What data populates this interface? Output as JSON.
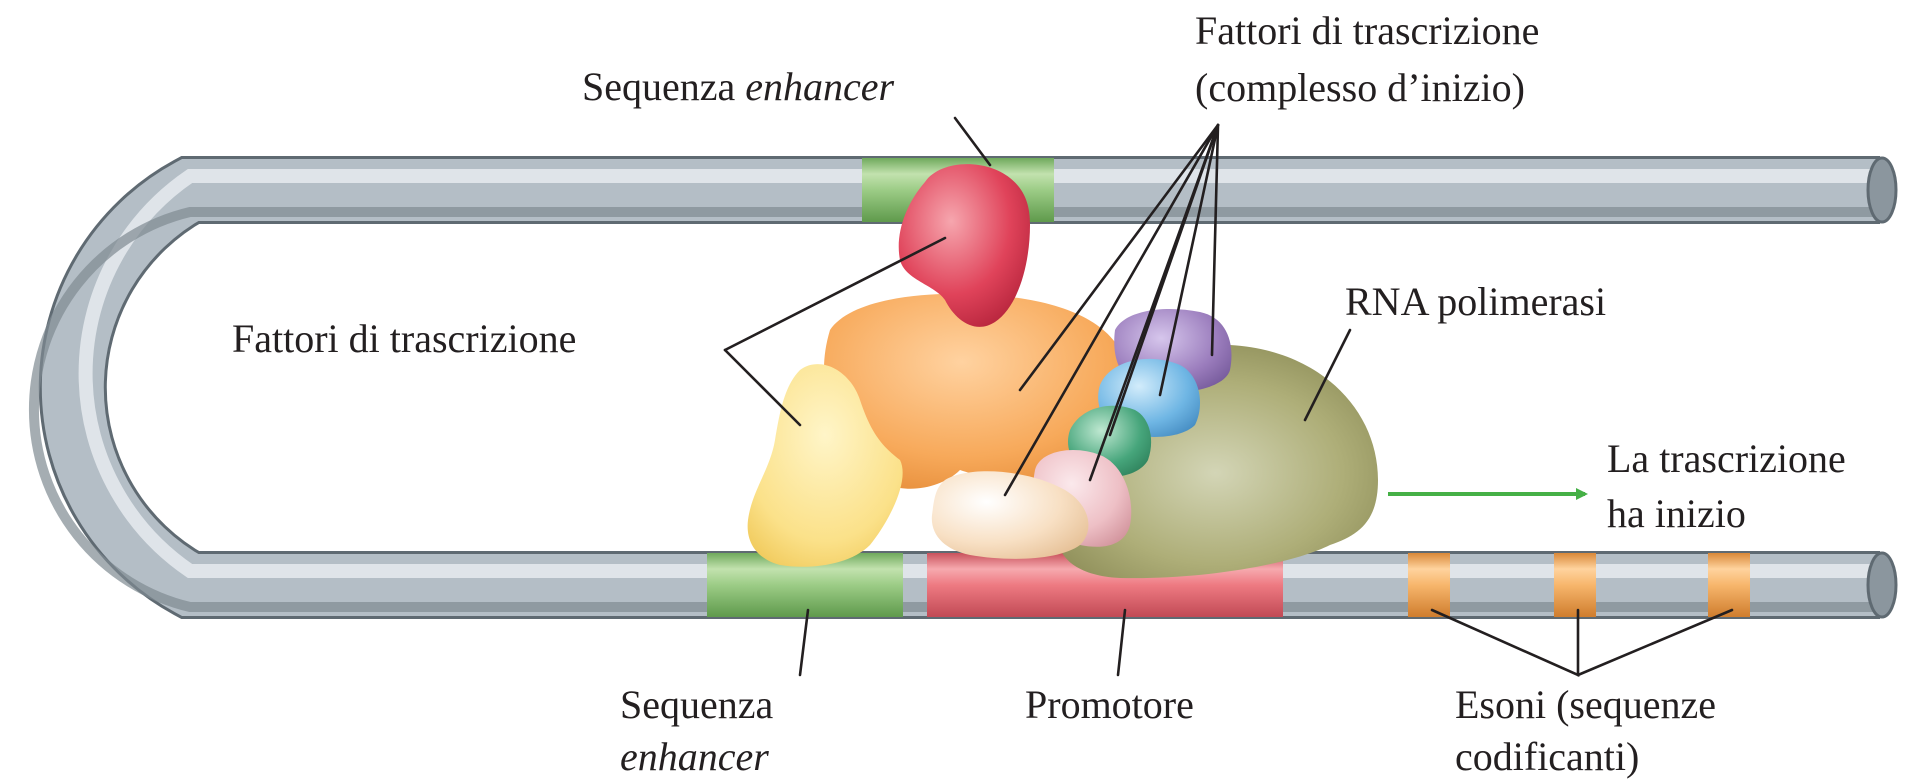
{
  "labels": {
    "enhancer_top": {
      "text": "Sequenza ",
      "italic": "enhancer"
    },
    "tf_complex_line1": "Fattori di trascrizione",
    "tf_complex_line2": "(complesso d’inizio)",
    "tf_left": "Fattori di trascrizione",
    "rna_polymerase": "RNA polimerasi",
    "transcription_line1": "La trascrizione",
    "transcription_line2": "ha inizio",
    "enhancer_bottom_line1": "Sequenza",
    "enhancer_bottom_line2": "enhancer",
    "promoter": "Promotore",
    "exons_line1": "Esoni (sequenze",
    "exons_line2": "codificanti)"
  },
  "colors": {
    "dna": "#b4bec6",
    "enhancer": "#9ccc86",
    "promoter": "#ee7a82",
    "exon": "#f7b66c",
    "arrow": "#45b046",
    "red_activator": "#e0435a",
    "orange_factor": "#f7a95a",
    "yellow_factor": "#fbe189",
    "purple_factor": "#9b7dbd",
    "blue_factor": "#6fb6e4",
    "green_factor": "#46a57b",
    "pink_factor": "#eec0c6",
    "cream_factor": "#f8e0c4",
    "polymerase": "#aeae78"
  }
}
